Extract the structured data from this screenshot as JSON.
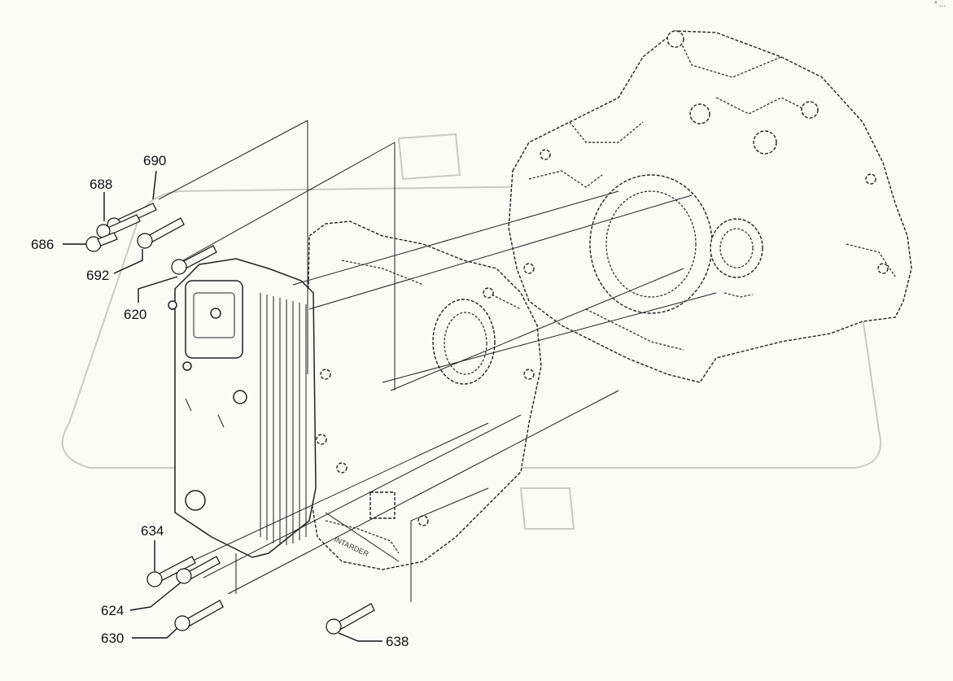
{
  "diagram": {
    "corner_mark": "° ...",
    "callouts": [
      {
        "id": "690",
        "label": "690"
      },
      {
        "id": "688",
        "label": "688"
      },
      {
        "id": "686",
        "label": "686"
      },
      {
        "id": "692",
        "label": "692"
      },
      {
        "id": "620",
        "label": "620"
      },
      {
        "id": "634",
        "label": "634"
      },
      {
        "id": "624",
        "label": "624"
      },
      {
        "id": "630",
        "label": "630"
      },
      {
        "id": "638",
        "label": "638"
      }
    ],
    "housing_marking": "INTARDER"
  }
}
